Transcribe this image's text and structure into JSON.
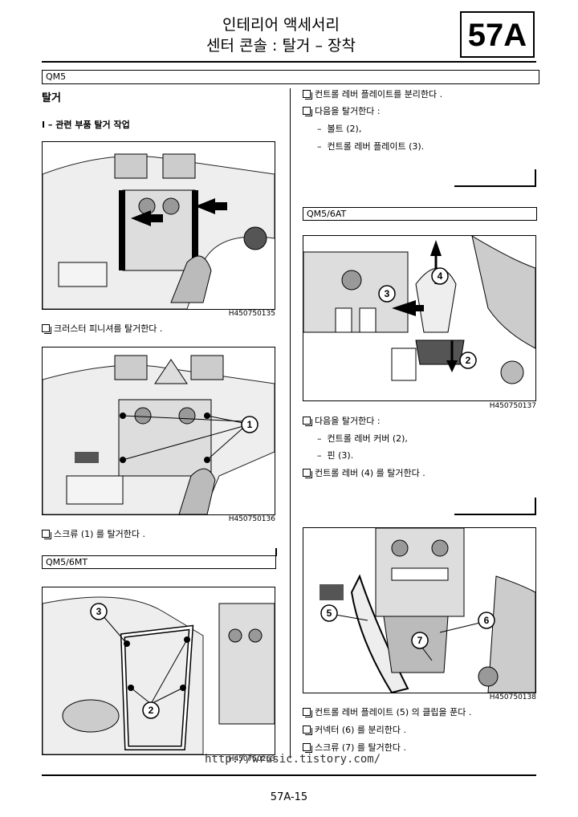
{
  "header": {
    "title_line1": "인테리어 액세서리",
    "title_line2": "센터 콘솔 : 탈거 – 장착",
    "section_code": "57A"
  },
  "model_bar": "QM5",
  "left": {
    "section_title": "탈거",
    "subsection": "I – 관련 부품 탈거 작업",
    "fig1_code": "H450750135",
    "step1": "크러스터 피니셔를 탈거한다 .",
    "fig2_code": "H450750136",
    "fig2_callout": "1",
    "step2": "스크류 (1) 를 탈거한다 .",
    "variant_mt": "QM5/6MT",
    "fig3_code": "H450750263",
    "fig3_callouts": [
      "3",
      "2"
    ]
  },
  "right": {
    "step_a": "컨트롤 레버 플레이트를 분리한다 .",
    "step_b": "다음을 탈거한다 :",
    "step_b_items": [
      "볼트 (2),",
      "컨트롤 레버 플레이트 (3)."
    ],
    "variant_at": "QM5/6AT",
    "fig4_code": "H450750137",
    "fig4_callouts": [
      "4",
      "3",
      "2"
    ],
    "step_c": "다음을 탈거한다 :",
    "step_c_items": [
      "컨트롤 레버 커버 (2),",
      "핀 (3)."
    ],
    "step_d": "컨트롤 레버 (4) 를 탈거한다 .",
    "fig5_code": "H450750138",
    "fig5_callouts": [
      "5",
      "6",
      "7"
    ],
    "step_e": "컨트롤 레버 플레이트 (5) 의 클립을 푼다 .",
    "step_f": "커넥터 (6) 를 분리한다 .",
    "step_g": "스크류 (7) 를 탈거한다 ."
  },
  "watermark": "http://wrusic.tistory.com/",
  "page_number": "57A-15"
}
